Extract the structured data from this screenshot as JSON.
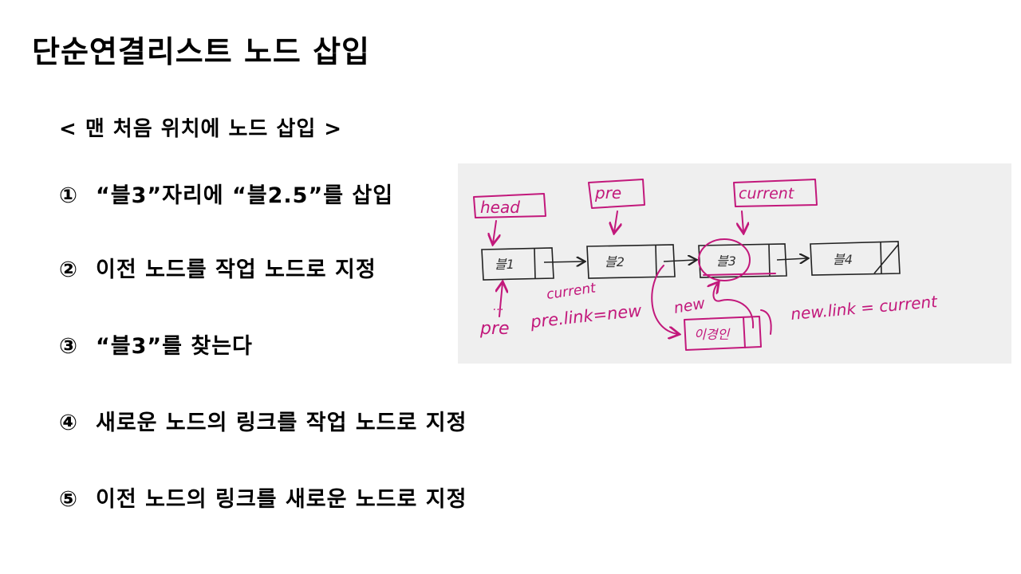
{
  "slide": {
    "title": "단순연결리스트 노드 삽입",
    "subtitle": "< 맨 처음 위치에 노드 삽입 >",
    "steps": [
      {
        "num": "①",
        "text": "“블3”자리에 “블2.5”를 삽입"
      },
      {
        "num": "②",
        "text": "이전 노드를 작업 노드로 지정"
      },
      {
        "num": "③",
        "text": "“블3”를 찾는다"
      },
      {
        "num": "④",
        "text": "새로운 노드의 링크를 작업 노드로 지정"
      },
      {
        "num": "⑤",
        "text": "이전 노드의 링크를 새로운 노드로 지정"
      }
    ]
  },
  "diagram": {
    "labels": {
      "head": "head",
      "pre_top": "pre",
      "current_top": "current",
      "current_mid": "current",
      "pre_bottom": "pre",
      "new": "new"
    },
    "annotations": {
      "pre_link": "pre.link=new",
      "new_link": "new.link = current"
    },
    "nodes": [
      "블1",
      "블2",
      "블3",
      "블4"
    ],
    "new_node": "이경인",
    "colors": {
      "ink": "#c2187b",
      "pen": "#222222",
      "panel": "#efefef"
    }
  }
}
